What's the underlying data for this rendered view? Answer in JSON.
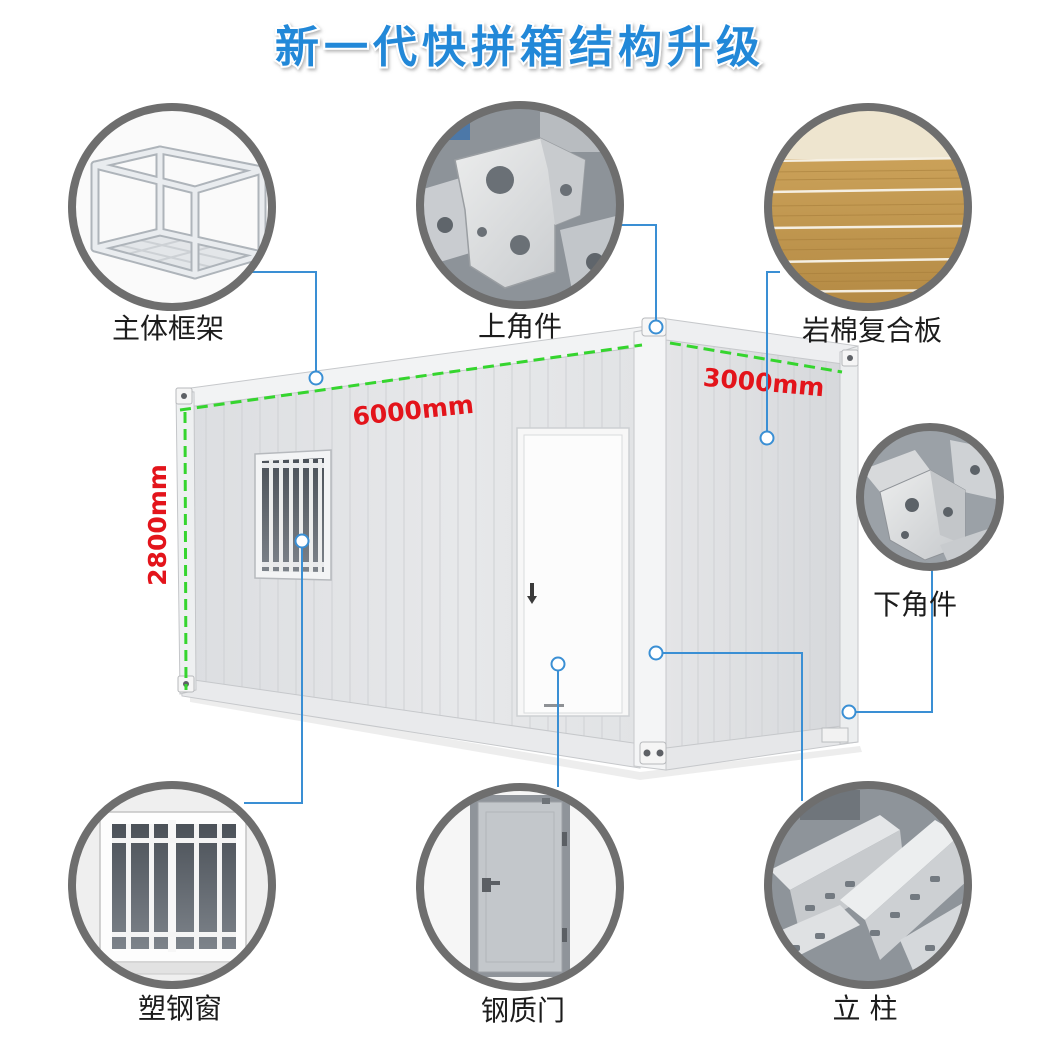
{
  "title": "新一代快拼箱结构升级",
  "parts": {
    "main_frame": {
      "label": "主体框架",
      "icon": "main-frame-photo"
    },
    "top_corner": {
      "label": "上角件",
      "icon": "top-corner-fitting-photo"
    },
    "rock_wool_panel": {
      "label": "岩棉复合板",
      "icon": "rock-wool-panel-photo"
    },
    "bottom_corner": {
      "label": "下角件",
      "icon": "bottom-corner-fitting-photo"
    },
    "window": {
      "label": "塑钢窗",
      "icon": "plastic-steel-window-photo"
    },
    "door": {
      "label": "钢质门",
      "icon": "steel-door-photo"
    },
    "column": {
      "label": "立 柱",
      "icon": "column-photo"
    }
  },
  "dimensions": {
    "length": "6000mm",
    "width": "3000mm",
    "height": "2800mm"
  },
  "colors": {
    "title": "#2288d8",
    "label": "#1c1c1c",
    "connector": "#3a8fd4",
    "dimension_text": "#e3141b",
    "dimension_line": "#35d52e",
    "circle_border": "#6e6e6e"
  }
}
